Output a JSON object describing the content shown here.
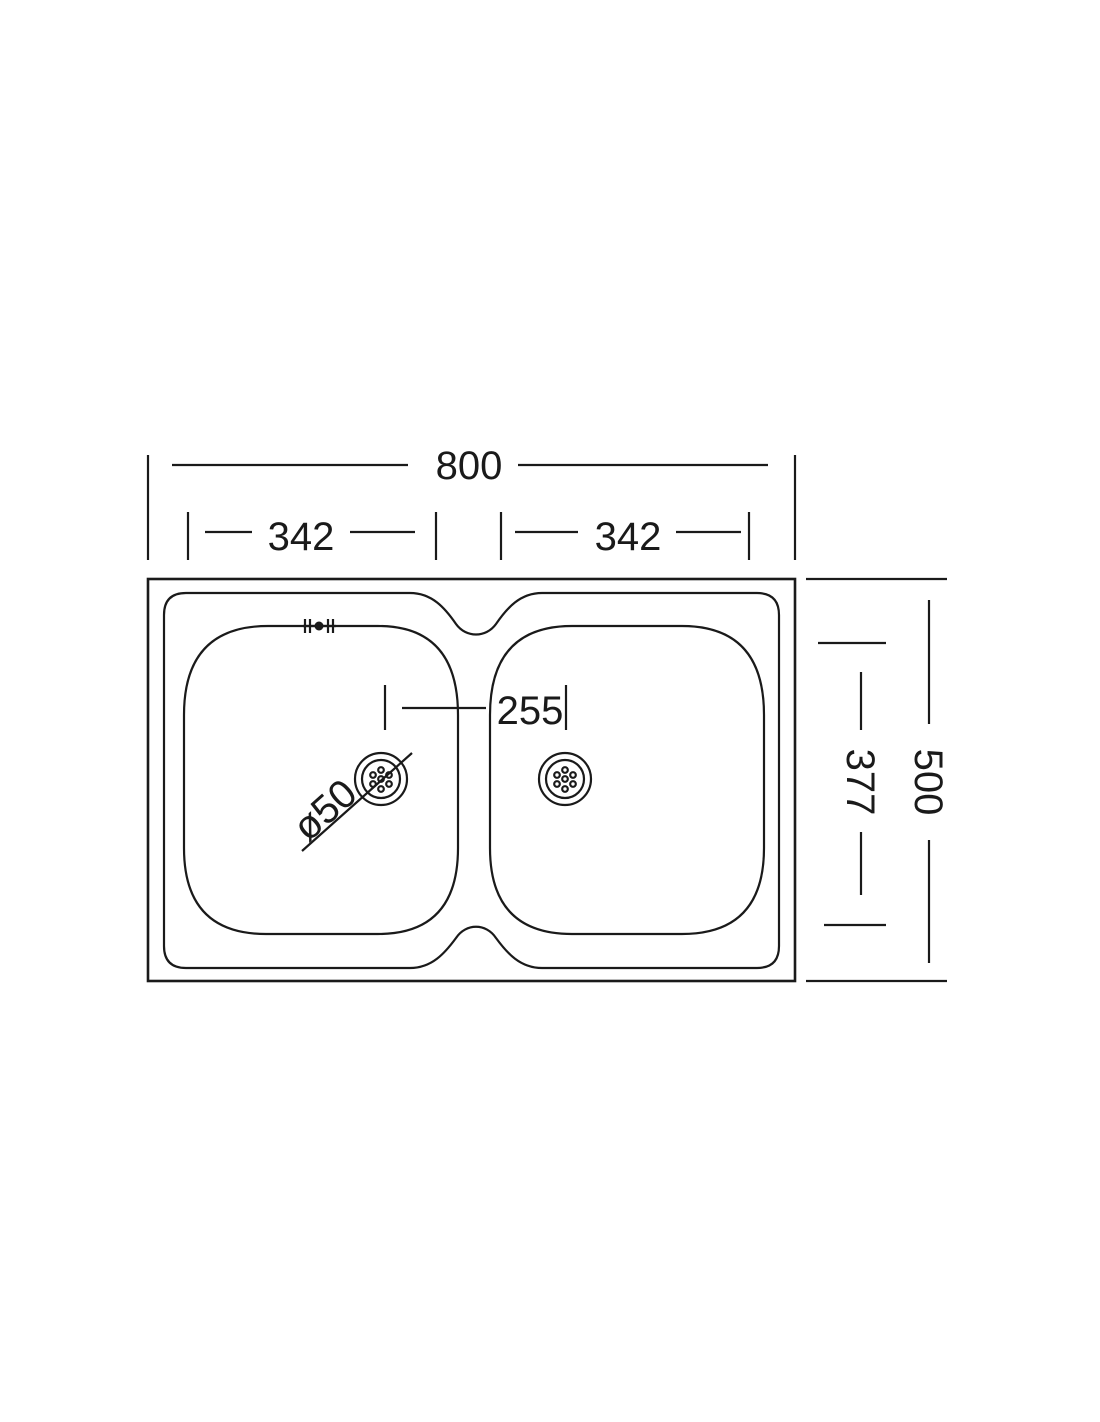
{
  "dimensions": {
    "overall_width": "800",
    "bowl_width_left": "342",
    "bowl_width_right": "342",
    "drain_offset": "255",
    "drain_diameter": "ø50",
    "bowl_depth": "377",
    "overall_depth": "500"
  },
  "colors": {
    "line": "#1a1a1a",
    "background": "#ffffff"
  },
  "icons": [
    "drain-strainer-icon",
    "overflow-icon"
  ]
}
